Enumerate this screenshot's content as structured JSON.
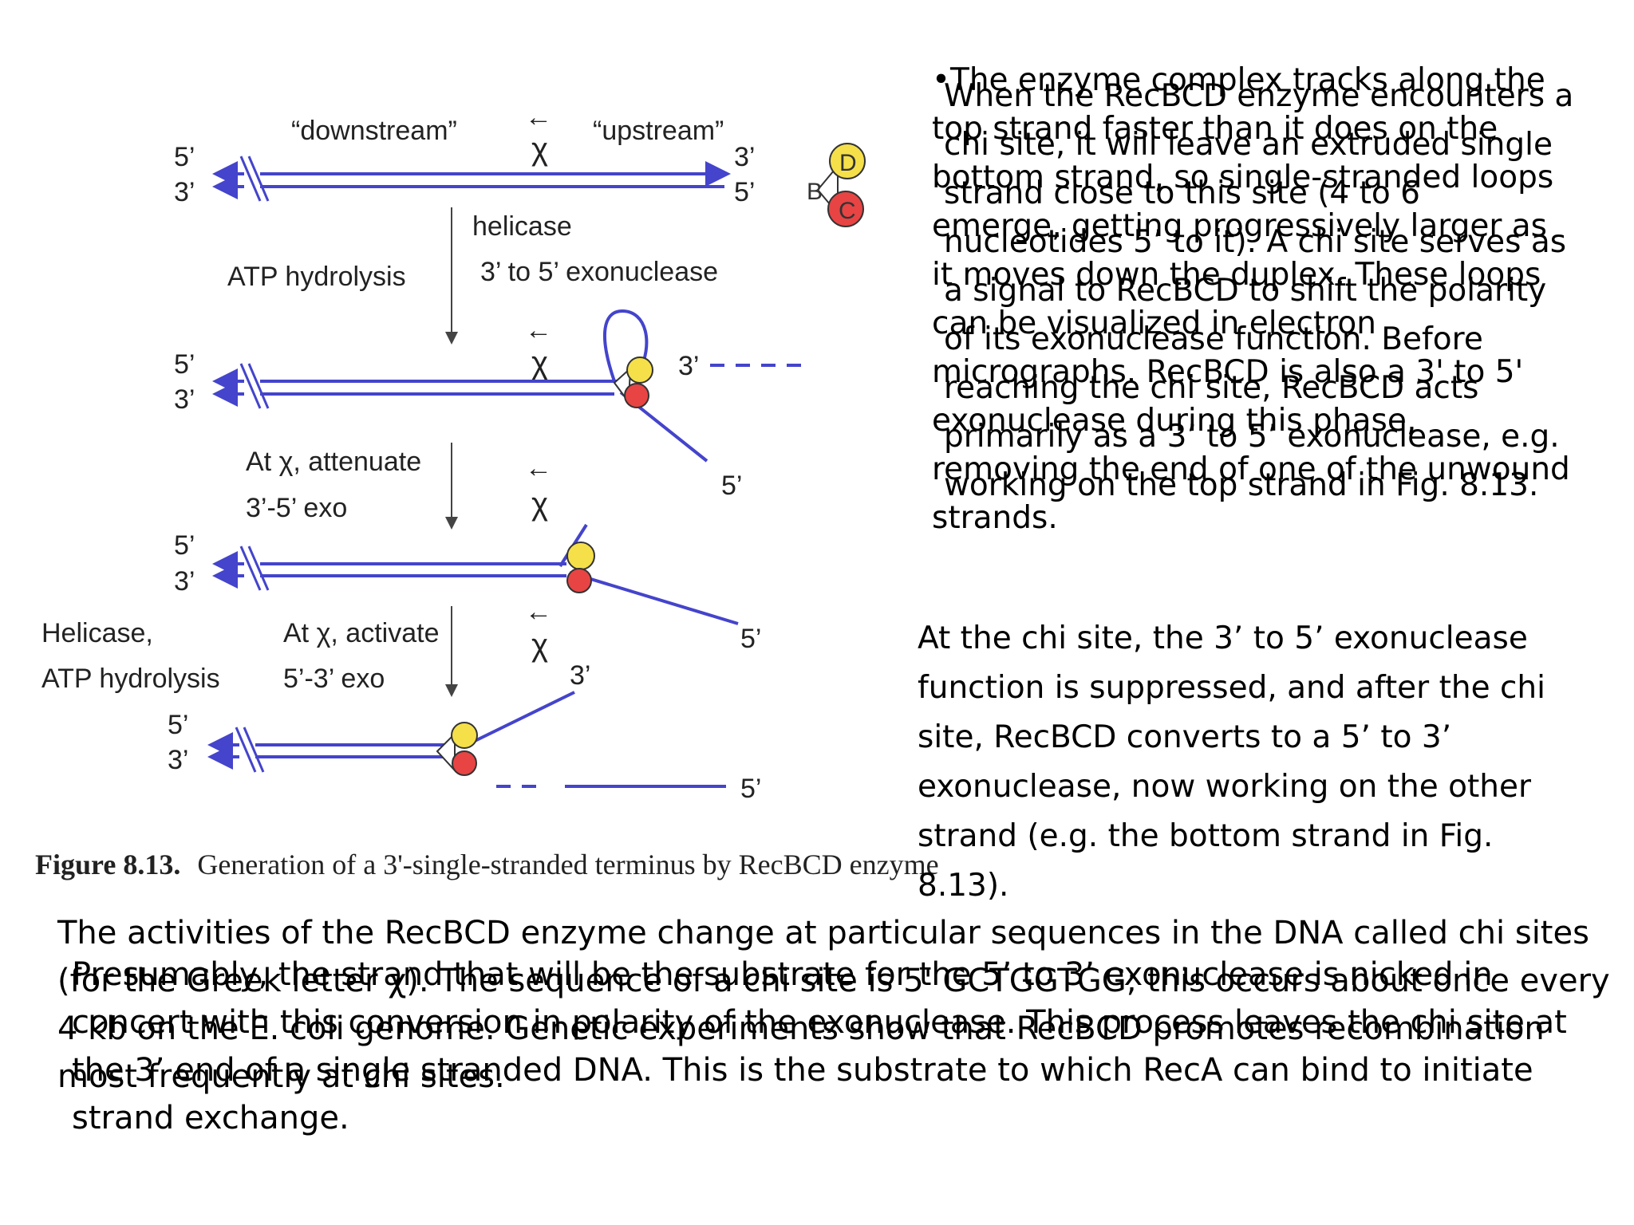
{
  "figure": {
    "labels": {
      "downstream": "“downstream”",
      "upstream": "“upstream”",
      "chi": "χ",
      "arrow": "←",
      "five_prime": "5’",
      "three_prime": "3’",
      "helicase": "helicase",
      "exonuclease_35": "3’ to 5’ exonuclease",
      "atp_hydrolysis": "ATP hydrolysis",
      "at_chi_attenuate": "At χ, attenuate",
      "exo_35": "3’-5’ exo",
      "helicase_comma": "Helicase,",
      "atp_hydrolysis_2": "ATP hydrolysis",
      "at_chi_activate": "At χ, activate",
      "exo_53": "5’-3’ exo",
      "sub_B": "B",
      "sub_C": "C",
      "sub_D": "D"
    },
    "caption_bold": "Figure 8.13.",
    "caption_text": "Generation of a 3'-single-stranded terminus by RecBCD enzyme",
    "colors": {
      "dna": "#4444cc",
      "recD": "#f5e04a",
      "recC": "#e84444",
      "label": "#222222"
    }
  },
  "text": {
    "track": "•The enzyme complex tracks along the top strand faster than it does on the bottom strand, so single-stranded loops emerge, getting progressively larger as it moves down the duplex. These loops can be visualized in electron micrographs. RecBCD is also a 3' to 5' exonuclease during this phase, removing the end of one of the unwound strands.",
    "when": "When the RecBCD enzyme encounters a chi site, it will leave an extruded single strand close to this site (4 to 6 nucleotides 5’ to it). A chi site serves as a signal to RecBCD to shift the polarity of its exonuclease function. Before reaching the chi site, RecBCD acts primarily as a 3’ to 5’ exonuclease, e.g. working on the top strand in Fig. 8.13.",
    "chi_site": "At the chi site, the 3’ to 5’ exonuclease function is suppressed, and after the chi site, RecBCD converts to a 5’ to 3’ exonuclease, now working on the other strand (e.g. the bottom strand in Fig. 8.13).",
    "activities": "The activities of the RecBCD enzyme change at particular sequences in the DNA called chi sites (for the Greek letter χ). The sequence of a chi site is 5' GCTGGTGG; this occurs about once every 4 kb on the E. coli genome. Genetic experiments show that RecBCD promotes recombination most frequently at chi sites.",
    "presumably": "Presumably, the strand that will be the substrate for the 5’ to 3’ exonuclease is nicked in concert with this conversion in polarity of the exonuclease. This process leaves the chi site at the 3’ end of a single stranded DNA. This is the substrate to which RecA can bind to initiate strand exchange."
  }
}
